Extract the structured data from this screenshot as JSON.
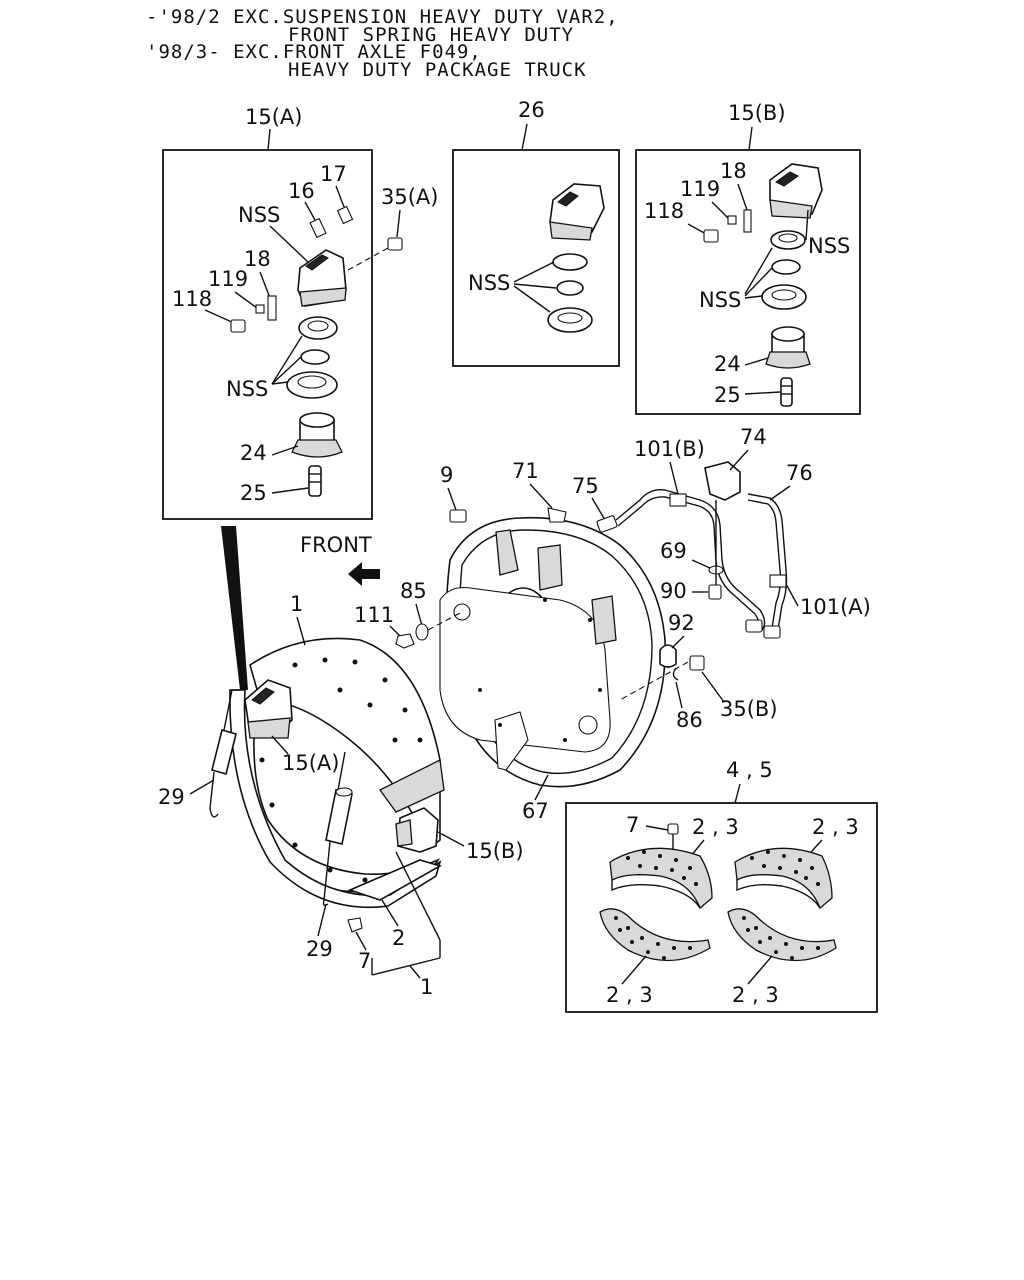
{
  "header": {
    "line1": "-'98/2 EXC.SUSPENSION HEAVY DUTY VAR2,",
    "line2": "FRONT SPRING HEAVY DUTY",
    "line3": "'98/3- EXC.FRONT AXLE F049,",
    "line4": "HEAVY DUTY PACKAGE TRUCK"
  },
  "front_label": "FRONT",
  "box_a": {
    "title": "15(A)",
    "labels": [
      "17",
      "16",
      "NSS",
      "18",
      "119",
      "118",
      "NSS",
      "24",
      "25"
    ]
  },
  "box_26": {
    "title": "26",
    "labels": [
      "NSS"
    ]
  },
  "box_b": {
    "title": "15(B)",
    "labels": [
      "18",
      "119",
      "118",
      "NSS",
      "NSS",
      "24",
      "25"
    ]
  },
  "box_45": {
    "title": "4 , 5",
    "labels": [
      "7",
      "2 , 3",
      "2 , 3",
      "2 , 3",
      "2 , 3"
    ]
  },
  "callouts": {
    "c35a": "35(A)",
    "c9": "9",
    "c71": "71",
    "c75": "75",
    "c101b": "101(B)",
    "c74": "74",
    "c76": "76",
    "c69": "69",
    "c90": "90",
    "c101a": "101(A)",
    "c92": "92",
    "c35b": "35(B)",
    "c86": "86",
    "c85": "85",
    "c111": "111",
    "c1top": "1",
    "c15a": "15(A)",
    "c29left": "29",
    "c15b": "15(B)",
    "c67": "67",
    "c29bottom": "29",
    "c7": "7",
    "c2": "2",
    "c1bottom": "1"
  }
}
